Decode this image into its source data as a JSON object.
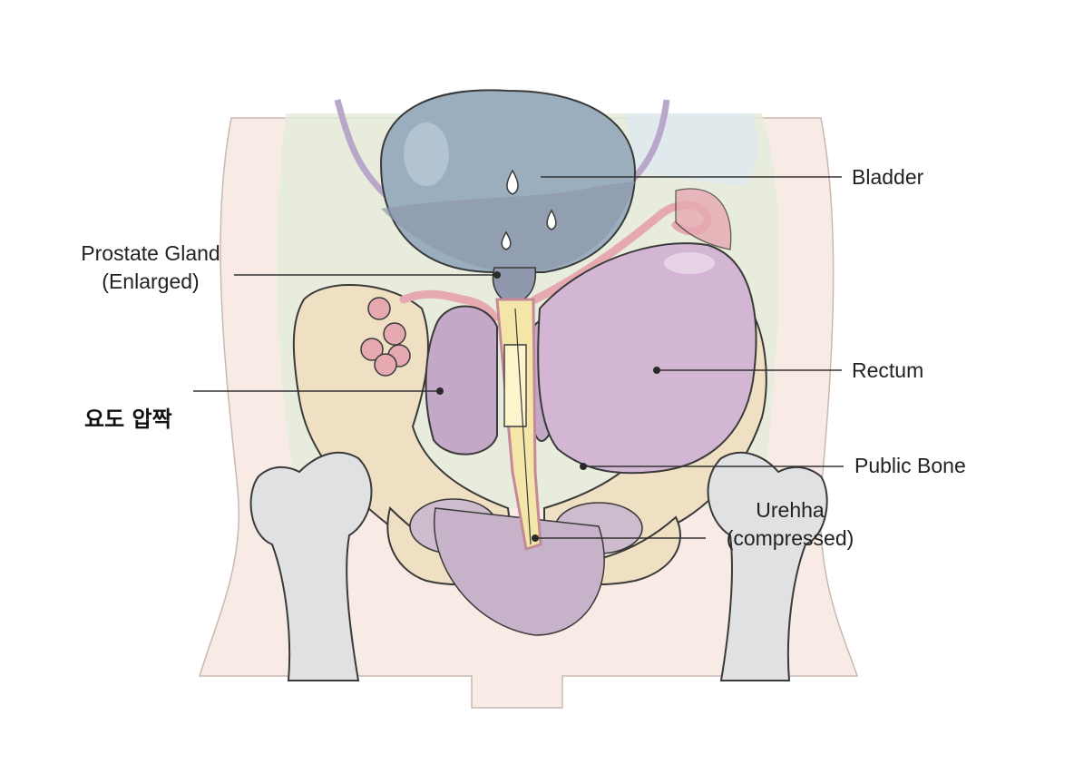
{
  "labels": {
    "bladder": "Bladder",
    "prostate_line1": "Prostate Gland",
    "prostate_line2": "(Enlarged)",
    "korean": "요도 압짝",
    "rectum": "Rectum",
    "pubic_bone": "Public Bone",
    "urethra_line1": "Urehha",
    "urethra_line2": "(compressed)"
  },
  "colors": {
    "skin": "#f8ebe5",
    "bladder": "#9aaebd",
    "prostate": "#c3a8c8",
    "rectum": "#d3b6d3",
    "pelvic_bone": "#efe0c3",
    "femur": "#dfe1e2",
    "urethra": "#f4e6a8",
    "tube_pink": "#e6a9b2"
  }
}
